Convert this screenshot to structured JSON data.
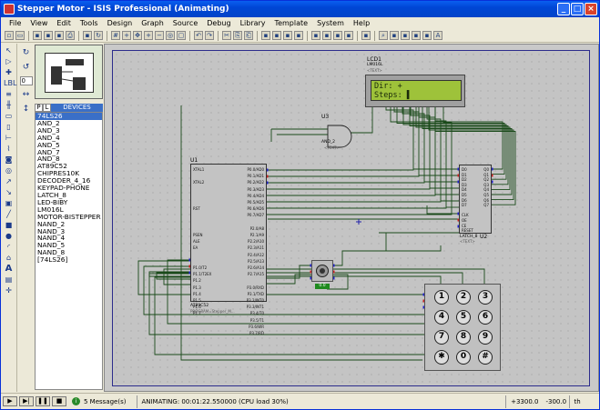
{
  "window": {
    "title": "Stepper Motor - ISIS Professional (Animating)"
  },
  "menu": [
    "File",
    "View",
    "Edit",
    "Tools",
    "Design",
    "Graph",
    "Source",
    "Debug",
    "Library",
    "Template",
    "System",
    "Help"
  ],
  "toolbar_icons": [
    "new-icon",
    "open-icon",
    "save-icon",
    "import-icon",
    "export-icon",
    "print-icon",
    "area-icon",
    "refresh-icon",
    "grid-icon",
    "origin-icon",
    "pan-icon",
    "zoom-in-icon",
    "zoom-out-icon",
    "zoom-all-icon",
    "zoom-area-icon",
    "undo-icon",
    "redo-icon",
    "cut-icon",
    "copy-icon",
    "paste-icon",
    "block-copy-icon",
    "block-move-icon",
    "block-rotate-icon",
    "block-delete-icon",
    "pick-icon",
    "make-device-icon",
    "packaging-icon",
    "decompose-icon",
    "wire-autorouter-icon",
    "search-icon",
    "property-icon",
    "netlist-icon",
    "bill-icon",
    "report-icon",
    "ares-icon"
  ],
  "rotation": {
    "angle": "0"
  },
  "device_panel": {
    "tab_p": "P",
    "tab_l": "L",
    "header": "DEVICES",
    "items": [
      "74LS26",
      "AND_2",
      "AND_3",
      "AND_4",
      "AND_5",
      "AND_7",
      "AND_8",
      "AT89C52",
      "CHIPRES10K",
      "DECODER_4_16",
      "KEYPAD-PHONE",
      "LATCH_8",
      "LED-BIBY",
      "LM016L",
      "MOTOR-BISTEPPER",
      "NAND_2",
      "NAND_3",
      "NAND_4",
      "NAND_5",
      "NAND_8",
      "[74LS26]"
    ],
    "selected_index": 0
  },
  "schematic": {
    "lcd": {
      "ref": "LCD1",
      "part": "LM016L",
      "text_tag": "<TEXT>",
      "line1": "Dir: +",
      "line2": "Steps: ▌"
    },
    "u1": {
      "ref": "U1",
      "part": "AT89C52",
      "prog": "PROGRAM=Stepper_M...",
      "left_pins": [
        "XTAL1",
        "",
        "XTAL2",
        "",
        "",
        "",
        "RST",
        "",
        "",
        "",
        "PSEN",
        "ALE",
        "EA",
        "",
        "",
        "P1.0/T2",
        "P1.1/T2EX",
        "P1.2",
        "P1.3",
        "P1.4",
        "P1.5",
        "P1.6",
        "P1.7"
      ],
      "right_pins": [
        "P0.0/AD0",
        "P0.1/AD1",
        "P0.2/AD2",
        "P0.3/AD3",
        "P0.4/AD4",
        "P0.5/AD5",
        "P0.6/AD6",
        "P0.7/AD7",
        "",
        "P2.0/A8",
        "P2.1/A9",
        "P2.2/A10",
        "P2.3/A11",
        "P2.4/A12",
        "P2.5/A13",
        "P2.6/A14",
        "P2.7/A15",
        "",
        "P3.0/RXD",
        "P3.1/TXD",
        "P3.2/INT0",
        "P3.3/INT1",
        "P3.4/T0",
        "P3.5/T1",
        "P3.6/WR",
        "P3.7/RD"
      ]
    },
    "u2": {
      "ref": "U2",
      "part": "LATCH_8",
      "text_tag": "<TEXT>",
      "left_pins": [
        "D0",
        "D1",
        "D2",
        "D3",
        "D4",
        "D5",
        "D6",
        "D7",
        "",
        "CLK",
        "OE",
        "CE",
        "RESET"
      ],
      "right_pins": [
        "Q0",
        "Q1",
        "Q2",
        "Q3",
        "Q4",
        "Q5",
        "Q6",
        "Q7"
      ]
    },
    "u3": {
      "ref": "U3",
      "part": "AND_2",
      "text_tag": "<TEXT>"
    },
    "motor": {
      "value": "0.0"
    },
    "keypad": {
      "keys": [
        "1",
        "2",
        "3",
        "4",
        "5",
        "6",
        "7",
        "8",
        "9",
        "✱",
        "0",
        "#"
      ]
    }
  },
  "statusbar": {
    "messages": "5 Message(s)",
    "animating": "ANIMATING: 00:01:22.550000 (CPU load 30%)",
    "x": "+3300.0",
    "y": "-300.0",
    "unit": "th"
  }
}
